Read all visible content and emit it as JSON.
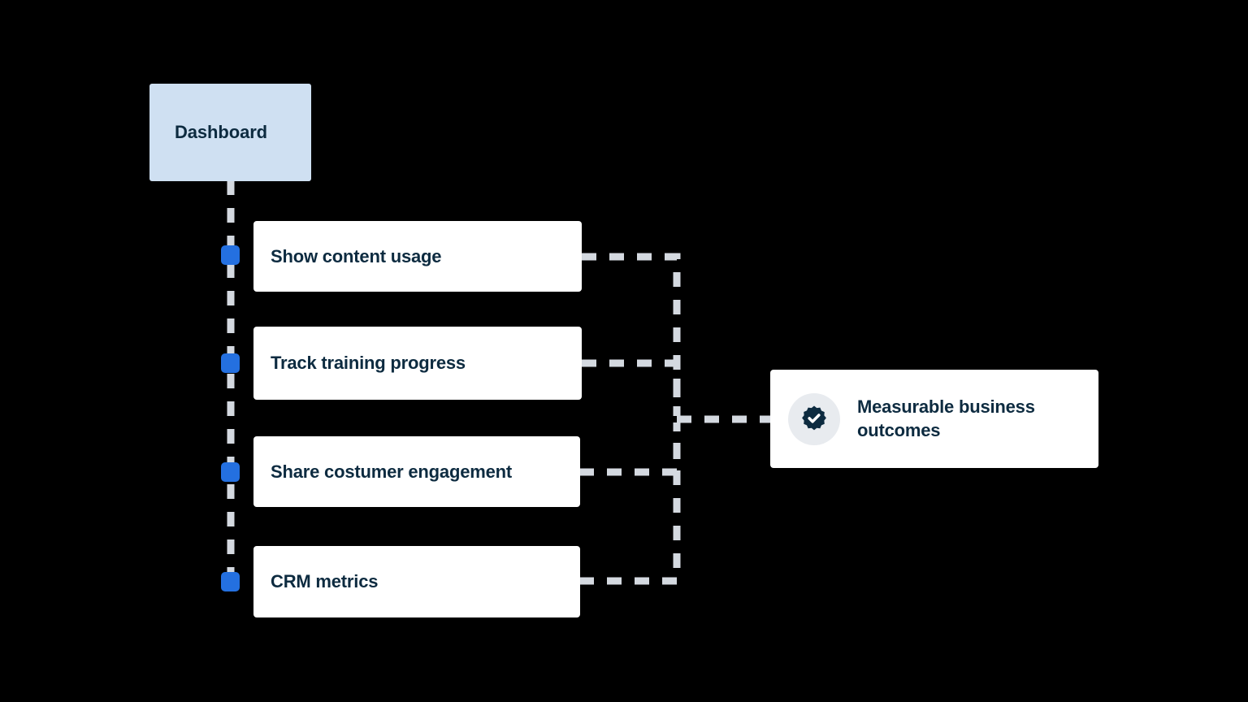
{
  "diagram": {
    "type": "flow-tree",
    "background_color": "#000000",
    "root": {
      "label": "Dashboard",
      "fill_color": "#cfe0f2",
      "text_color": "#0d2b40"
    },
    "branches": [
      {
        "label": "Show content usage",
        "marker_color": "#2470e0",
        "card_color": "#ffffff"
      },
      {
        "label": "Track training progress",
        "marker_color": "#2470e0",
        "card_color": "#ffffff"
      },
      {
        "label": "Share costumer engagement",
        "marker_color": "#2470e0",
        "card_color": "#ffffff"
      },
      {
        "label": "CRM metrics",
        "marker_color": "#2470e0",
        "card_color": "#ffffff"
      }
    ],
    "outcome": {
      "label": "Measurable business outcomes",
      "icon": "badge-check-icon",
      "icon_color": "#0d2b40",
      "icon_bg_color": "#e8ebef",
      "card_color": "#ffffff"
    },
    "connectors": {
      "style": "dashed",
      "color": "#d4d9e0",
      "width": 9
    }
  }
}
